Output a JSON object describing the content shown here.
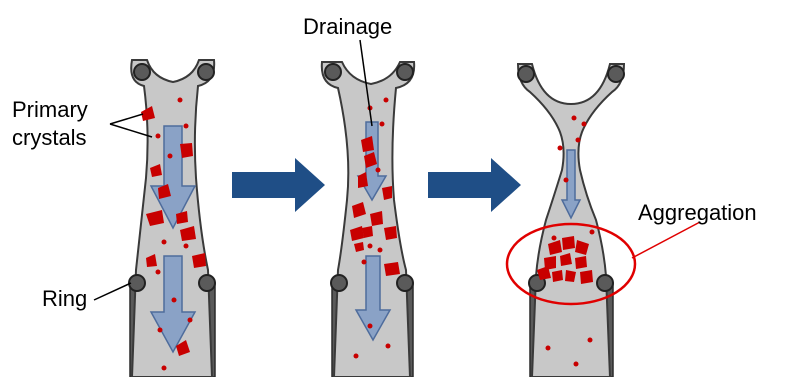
{
  "labels": {
    "primary_crystals_line1": "Primary",
    "primary_crystals_line2": "crystals",
    "drainage": "Drainage",
    "ring": "Ring",
    "aggregation": "Aggregation"
  },
  "colors": {
    "background": "#ffffff",
    "melt": "#c8c8c8",
    "outline": "#3a3a3a",
    "ring_post": "#5a5a5a",
    "crystal": "#c80000",
    "flow_arrow": "#7f9bc6",
    "flow_arrow_edge": "#4e6c9c",
    "stage_arrow": "#1f4e86",
    "aggregation_circle": "#e00000"
  },
  "icons": {
    "stage_transition": "right-arrow-icon",
    "drainage_flow": "down-arrow-icon"
  }
}
